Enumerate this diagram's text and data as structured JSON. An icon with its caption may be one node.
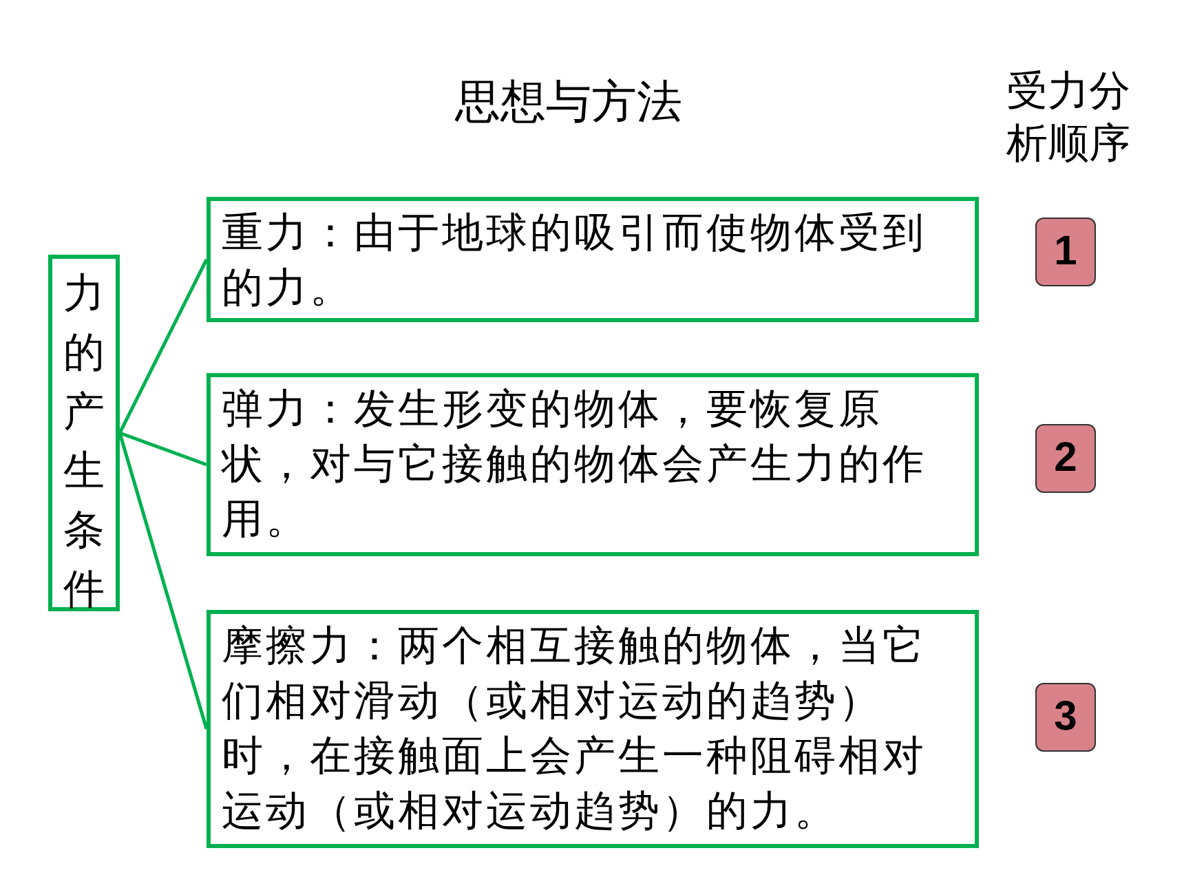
{
  "diagram": {
    "title": "思想与方法",
    "nodes": [
      {
        "text": [
          "力的产生条件"
        ]
      },
      {
        "text": [
          "重力：由于地球的吸引而使物体受到的力。"
        ]
      },
      {
        "text": [
          "弹力：发生形变的物体，要恢复原状，对与它接触的物体会产生力的作用。"
        ]
      },
      {
        "text": [
          "摩擦力：两个相互接触的物体，当它们相对滑动（或相对运动的趋势）时，在接触面上会产生一种阻碍相对运动（或相对运动趋势）的力。"
        ]
      },
      {
        "text": [
          "1"
        ]
      },
      {
        "text": [
          "2"
        ]
      },
      {
        "text": [
          "3"
        ]
      }
    ],
    "edges": [
      {
        "from": 0,
        "to": 1,
        "arrow": "none"
      },
      {
        "from": 0,
        "to": 2,
        "arrow": "none"
      },
      {
        "from": 0,
        "to": 3,
        "arrow": "none"
      }
    ],
    "labels": [
      "受力分析顺序"
    ]
  }
}
